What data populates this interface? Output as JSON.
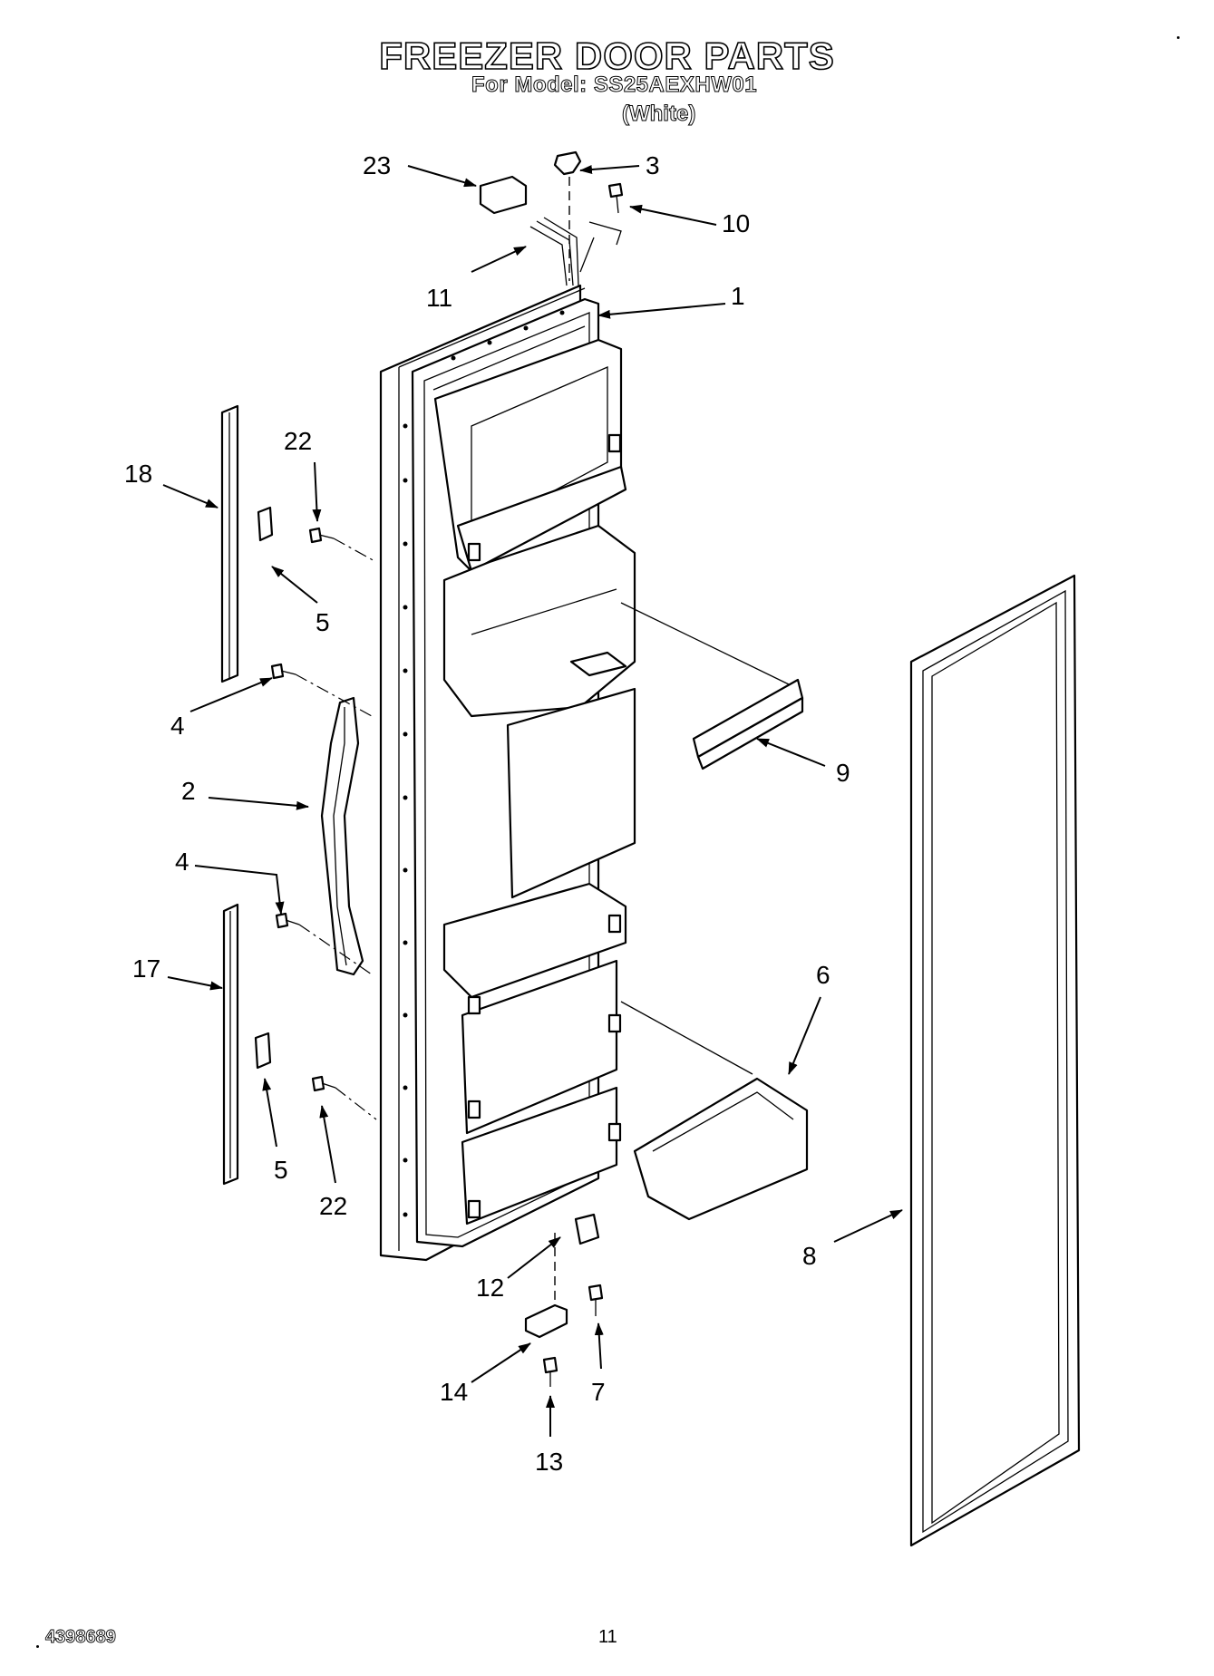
{
  "header": {
    "title": "FREEZER DOOR PARTS",
    "model_line": "For Model: SS25AEXHW01",
    "color_note": "(White)"
  },
  "footer": {
    "doc_number": "4398689",
    "page_number": "11"
  },
  "callouts": [
    "23",
    "3",
    "10",
    "11",
    "1",
    "22",
    "18",
    "5",
    "4",
    "2",
    "9",
    "4",
    "17",
    "6",
    "5",
    "22",
    "8",
    "12",
    "14",
    "7",
    "13"
  ]
}
